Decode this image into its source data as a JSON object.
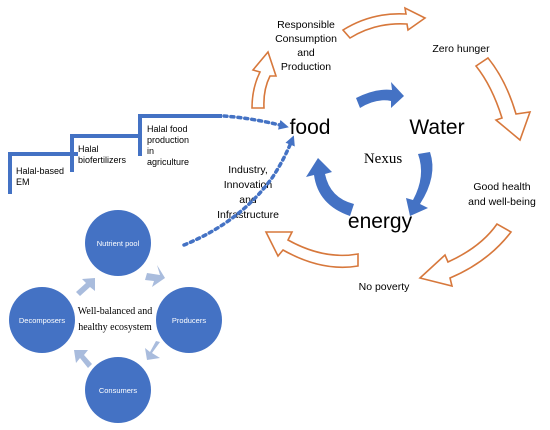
{
  "colors": {
    "blue": "#4472c4",
    "light_arrow": "#a9bcdd",
    "orange": "#d7783c",
    "text": "#000000",
    "circle_text": "#ffffff"
  },
  "nexus": {
    "food": "food",
    "water": "Water",
    "energy": "energy",
    "center": "Nexus"
  },
  "sdg_cycle": {
    "responsible": [
      "Responsible",
      "Consumption",
      "and",
      "Production"
    ],
    "zero_hunger": "Zero hunger",
    "good_health": [
      "Good health",
      "and well-being"
    ],
    "no_poverty": "No poverty",
    "industry": [
      "Industry,",
      "Innovation",
      "and",
      "Infrastructure"
    ]
  },
  "halal_steps": {
    "em": [
      "Halal-based",
      "EM"
    ],
    "biofertilizers": [
      "Halal",
      "biofertilizers"
    ],
    "food_production": [
      "Halal food",
      "production",
      "in",
      "agriculture"
    ]
  },
  "ecosystem": {
    "nutrient_pool": "Nutrient pool",
    "producers": "Producers",
    "consumers": "Consumers",
    "decomposers": "Decomposers",
    "center": [
      "Well-balanced and",
      "healthy ecosystem"
    ]
  },
  "icons": {
    "cycle_arrows": "hollow-block-arrow-icon",
    "nexus_arrows": "curved-blue-arrow-icon",
    "link": "dotted-arrow-icon"
  }
}
